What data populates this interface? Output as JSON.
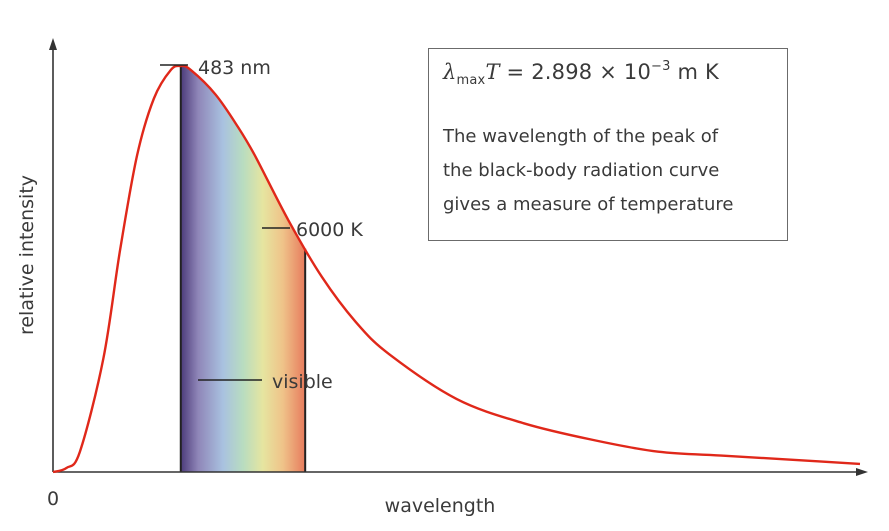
{
  "chart_data": {
    "type": "line",
    "title": "",
    "xlabel": "wavelength",
    "ylabel": "relative intensity",
    "x_tick_labels": [
      "0"
    ],
    "series": [
      {
        "name": "6000 K",
        "points": [
          [
            0,
            0.0
          ],
          [
            40,
            0.01
          ],
          [
            80,
            0.05
          ],
          [
            150,
            0.28
          ],
          [
            200,
            0.55
          ],
          [
            250,
            0.78
          ],
          [
            300,
            0.92
          ],
          [
            350,
            0.99
          ],
          [
            380,
            1.0
          ],
          [
            410,
            0.99
          ],
          [
            483,
            0.93
          ],
          [
            550,
            0.85
          ],
          [
            600,
            0.78
          ],
          [
            700,
            0.62
          ],
          [
            800,
            0.48
          ],
          [
            900,
            0.37
          ],
          [
            1000,
            0.29
          ],
          [
            1200,
            0.18
          ],
          [
            1400,
            0.12
          ],
          [
            1600,
            0.08
          ],
          [
            1800,
            0.05
          ],
          [
            2000,
            0.04
          ],
          [
            2200,
            0.03
          ],
          [
            2400,
            0.02
          ]
        ]
      }
    ],
    "annotations": {
      "peak_label": "483 nm",
      "curve_label": "6000 K",
      "band_label": "visible"
    },
    "visible_band": [
      380,
      750
    ],
    "grid": false,
    "colors": {
      "curve": "#e0281a",
      "axes": "#333333",
      "band": [
        "#4c3b7a",
        "#8f86b8",
        "#a9c2e0",
        "#b8dcc0",
        "#e6e5a0",
        "#efc389",
        "#e77b5d"
      ]
    }
  },
  "info": {
    "formula_lambda": "λ",
    "formula_sub": "max",
    "formula_T": "T",
    "formula_rest": " = 2.898 × 10",
    "formula_exp": "−3",
    "formula_unit": " m K",
    "caption_lines": [
      "The wavelength of the peak of",
      "the black-body radiation curve",
      "gives a measure of temperature"
    ]
  }
}
